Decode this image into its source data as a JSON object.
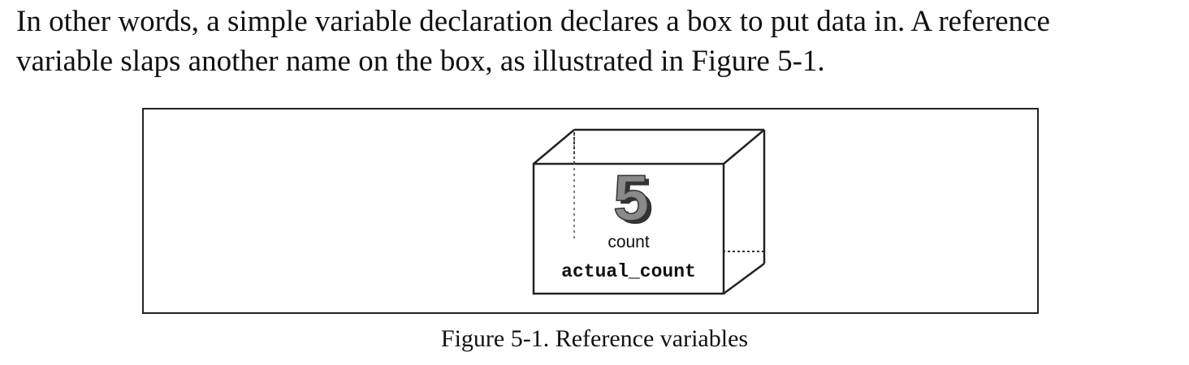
{
  "paragraph": {
    "line1": "In other words, a simple variable declaration declares a box to put data in. A reference",
    "line2": "variable slaps another name on the box, as illustrated in Figure 5-1."
  },
  "figure": {
    "box_value": "5",
    "box_label": "count",
    "reference_label": "actual_count",
    "caption": "Figure 5-1. Reference variables"
  }
}
